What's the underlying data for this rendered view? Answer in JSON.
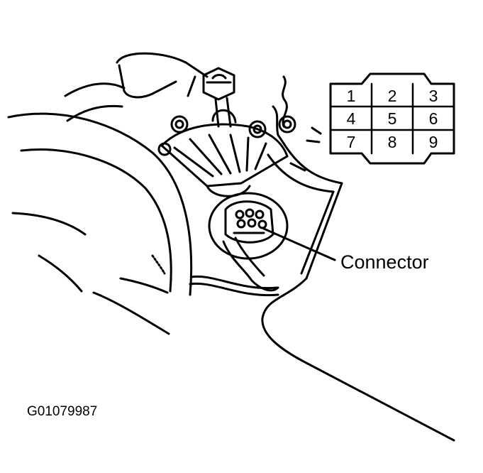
{
  "connector_pins": [
    "1",
    "2",
    "3",
    "4",
    "5",
    "6",
    "7",
    "8",
    "9"
  ],
  "callout": "Connector",
  "figure_id": "G01079987"
}
